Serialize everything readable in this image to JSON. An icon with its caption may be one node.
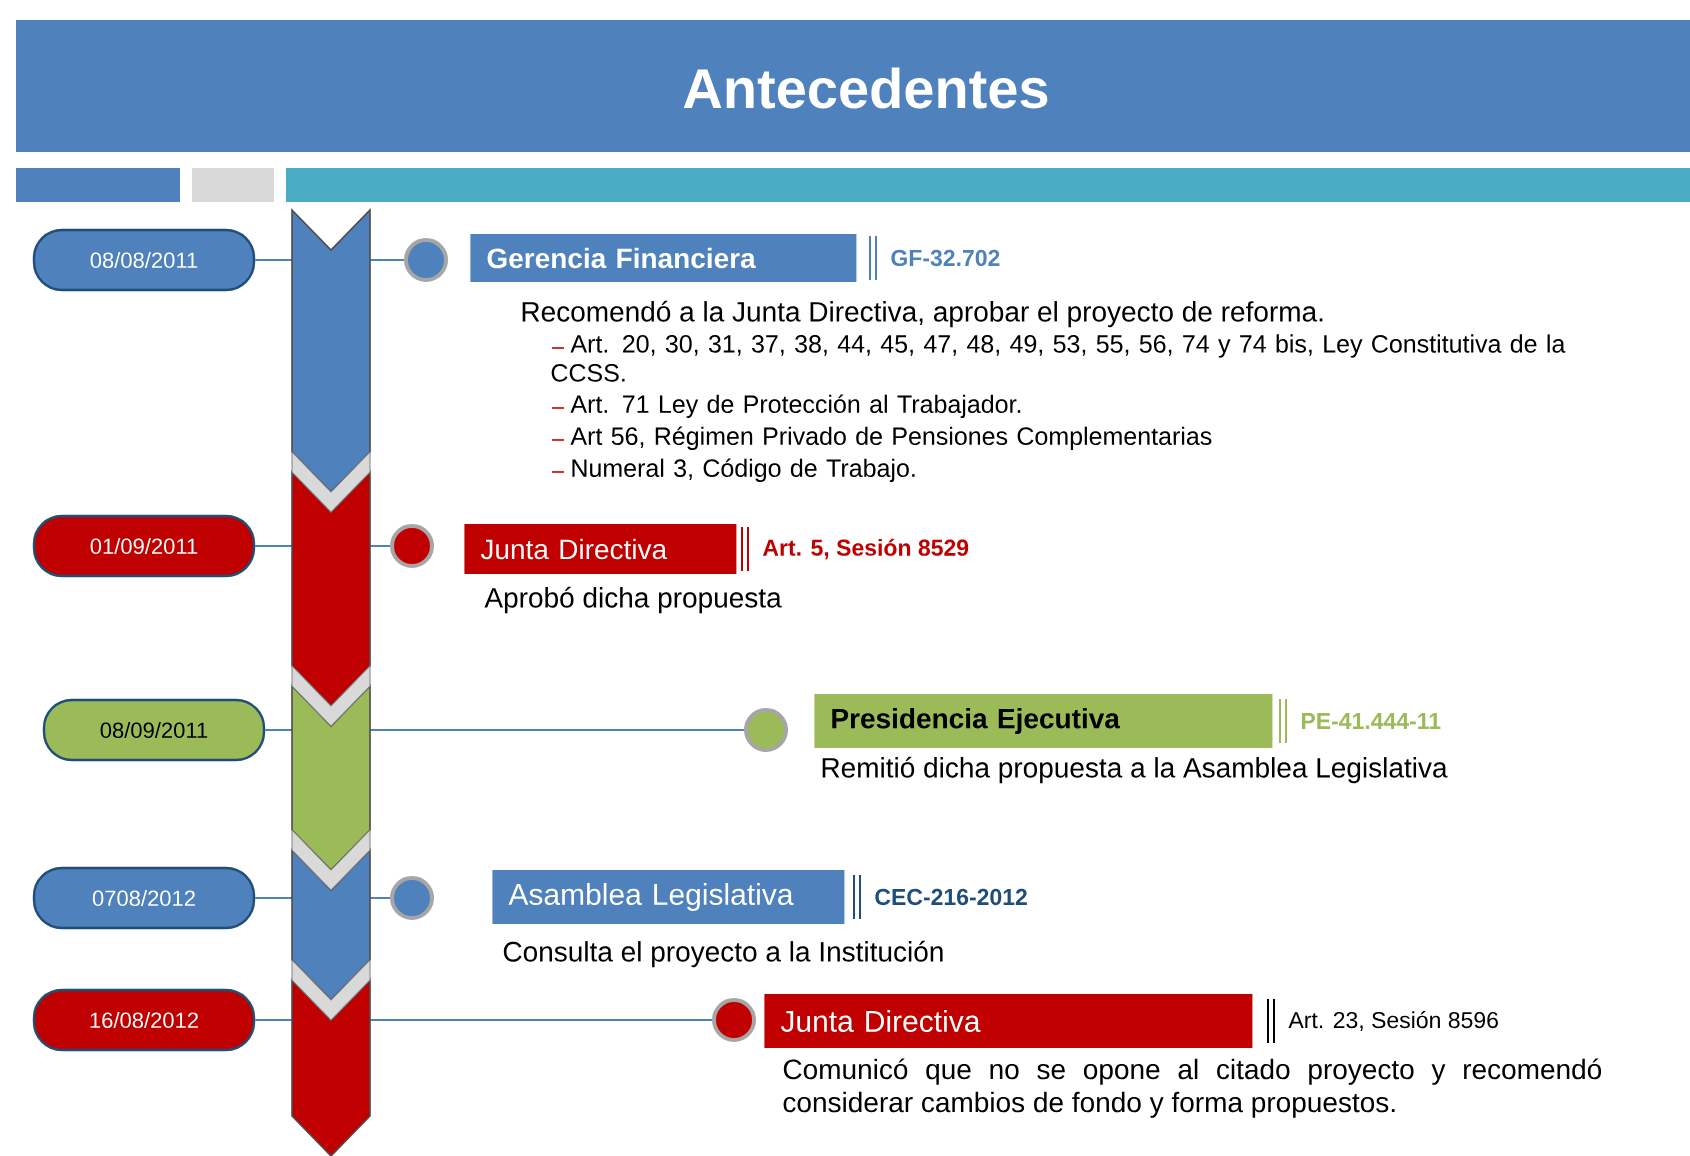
{
  "diagram": {
    "title": "Antecedentes",
    "nodes": [
      {
        "text": [
          "08/08/2011"
        ]
      },
      {
        "text": [],
        "shape": "circle"
      },
      {
        "text": [
          "Gerencia Financiera"
        ],
        "beside": [
          "GF-32.702",
          "Recomendó a la Junta Directiva, aprobar el proyecto de reforma.",
          "Art. 20, 30, 31, 37, 38, 44, 45, 47, 48, 49, 53, 55, 56, 74 y 74 bis, Ley Constitutiva de la CCSS.",
          "Art. 71  Ley de Protección al Trabajador.",
          "Art 56, Régimen Privado de Pensiones Complementarias",
          "Numeral 3, Código de Trabajo."
        ]
      },
      {
        "text": [
          "01/09/2011"
        ]
      },
      {
        "text": [],
        "shape": "circle"
      },
      {
        "text": [
          "Junta Directiva"
        ],
        "beside": [
          "Art. 5, Sesión 8529",
          "Aprobó dicha propuesta"
        ]
      },
      {
        "text": [
          "08/09/2011"
        ]
      },
      {
        "text": [],
        "shape": "circle"
      },
      {
        "text": [
          "Presidencia Ejecutiva"
        ],
        "beside": [
          "PE-41.444-11",
          "Remitió dicha propuesta  a la Asamblea Legislativa"
        ]
      },
      {
        "text": [
          "0708/2012"
        ]
      },
      {
        "text": [],
        "shape": "circle"
      },
      {
        "text": [
          "Asamblea Legislativa"
        ],
        "beside": [
          "CEC-216-2012",
          "Consulta el proyecto a la Institución"
        ]
      },
      {
        "text": [
          "16/08/2012"
        ]
      },
      {
        "text": [],
        "shape": "circle"
      },
      {
        "text": [
          "Junta Directiva"
        ],
        "beside": [
          "Art. 23, Sesión 8596",
          "Comunicó que no se opone al citado proyecto y recomendó considerar cambios de fondo y forma propuestos."
        ]
      }
    ],
    "edges": [
      {
        "from": 0,
        "to": 1,
        "arrow": "none"
      },
      {
        "from": 3,
        "to": 4,
        "arrow": "none"
      },
      {
        "from": 6,
        "to": 7,
        "arrow": "none"
      },
      {
        "from": 9,
        "to": 10,
        "arrow": "none"
      },
      {
        "from": 12,
        "to": 13,
        "arrow": "none"
      }
    ]
  }
}
